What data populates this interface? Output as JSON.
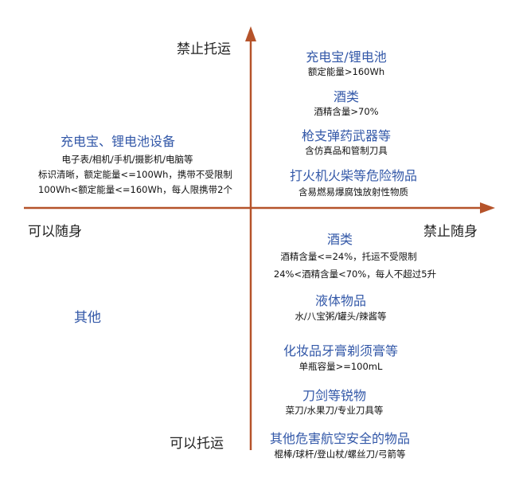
{
  "colors": {
    "axis": "#b5532a",
    "heading": "#3358a8",
    "text": "#111111"
  },
  "axes": {
    "top": "禁止托运",
    "bottom": "可以托运",
    "left": "可以随身",
    "right": "禁止随身"
  },
  "top_right": {
    "groups": [
      {
        "heading": "充电宝/锂电池",
        "lines": [
          "额定能量>160Wh"
        ]
      },
      {
        "heading": "酒类",
        "lines": [
          "酒精含量>70%"
        ]
      },
      {
        "heading": "枪支弹药武器等",
        "lines": [
          "含仿真品和管制刀具"
        ]
      },
      {
        "heading": "打火机火柴等危险物品",
        "lines": [
          "含易燃易爆腐蚀放射性物质"
        ]
      }
    ]
  },
  "top_left": {
    "heading": "充电宝、锂电池设备",
    "lines": [
      "电子表/相机/手机/摄影机/电脑等",
      "标识清晰，额定能量<=100Wh，携带不受限制",
      "100Wh<额定能量<=160Wh，每人限携带2个"
    ]
  },
  "bottom_left": {
    "label": "其他"
  },
  "bottom_right": {
    "groups": [
      {
        "heading": "酒类",
        "lines": [
          "酒精含量<=24%，托运不受限制",
          "24%<酒精含量<70%，每人不超过5升"
        ]
      },
      {
        "heading": "液体物品",
        "lines": [
          "水/八宝粥/罐头/辣酱等"
        ]
      },
      {
        "heading": "化妆品牙膏剃须膏等",
        "lines": [
          "单瓶容量>=100mL"
        ]
      },
      {
        "heading": "刀剑等锐物",
        "lines": [
          "菜刀/水果刀/专业刀具等"
        ]
      },
      {
        "heading": "其他危害航空安全的物品",
        "lines": [
          "棍棒/球杆/登山杖/螺丝刀/弓箭等"
        ]
      }
    ]
  }
}
